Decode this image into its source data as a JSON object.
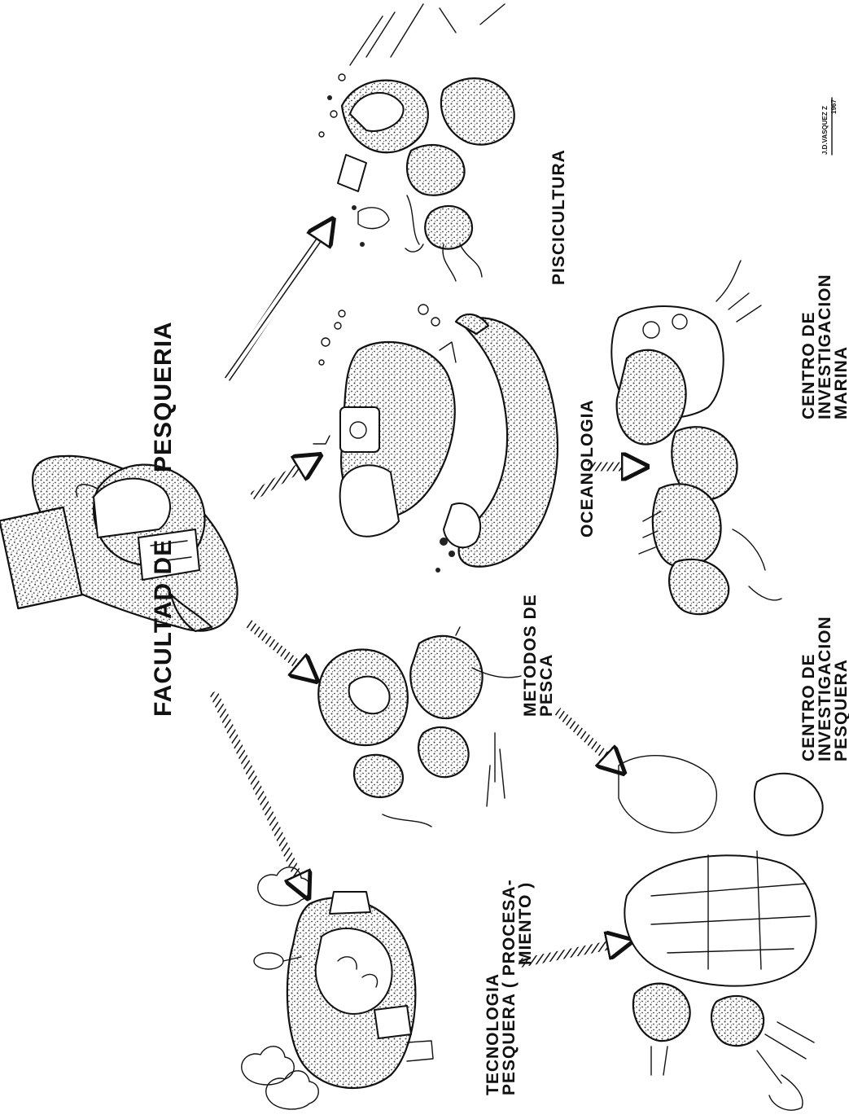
{
  "diagram": {
    "title_part1": "FACULTAD  DE",
    "title_part2": "PESQUERIA",
    "nodes": {
      "piscicultura": "PISCICULTURA",
      "oceanologia": "OCEANOLOGIA",
      "centro_marina": [
        "CENTRO DE",
        "INVESTIGACION",
        "MARINA"
      ],
      "metodos_pesca": [
        "METODOS DE",
        "PESCA"
      ],
      "centro_pesquera": [
        "CENTRO DE",
        "INVESTIGACION",
        "PESQUERA"
      ],
      "tecnologia": [
        "TECNOLOGIA",
        "PESQUERA ( PROCESA-",
        "MIENTO )"
      ]
    },
    "signature": [
      "J.D.VASQUEZ Z",
      "1967"
    ],
    "arrow_edges": [
      {
        "from": "Facultad de Pesqueria",
        "to": "Piscicultura"
      },
      {
        "from": "Facultad de Pesqueria",
        "to": "Oceanologia"
      },
      {
        "from": "Facultad de Pesqueria",
        "to": "Metodos de Pesca"
      },
      {
        "from": "Facultad de Pesqueria",
        "to": "Tecnologia Pesquera"
      },
      {
        "from": "Oceanologia",
        "to": "Centro de Investigacion Marina"
      },
      {
        "from": "Metodos de Pesca",
        "to": "Centro de Investigacion Pesquera"
      },
      {
        "from": "Tecnologia Pesquera",
        "to": "Centro de Investigacion Pesquera"
      }
    ]
  },
  "colors": {
    "ink": "#111111",
    "paper": "#ffffff",
    "stipple": "#3a3a3a"
  }
}
